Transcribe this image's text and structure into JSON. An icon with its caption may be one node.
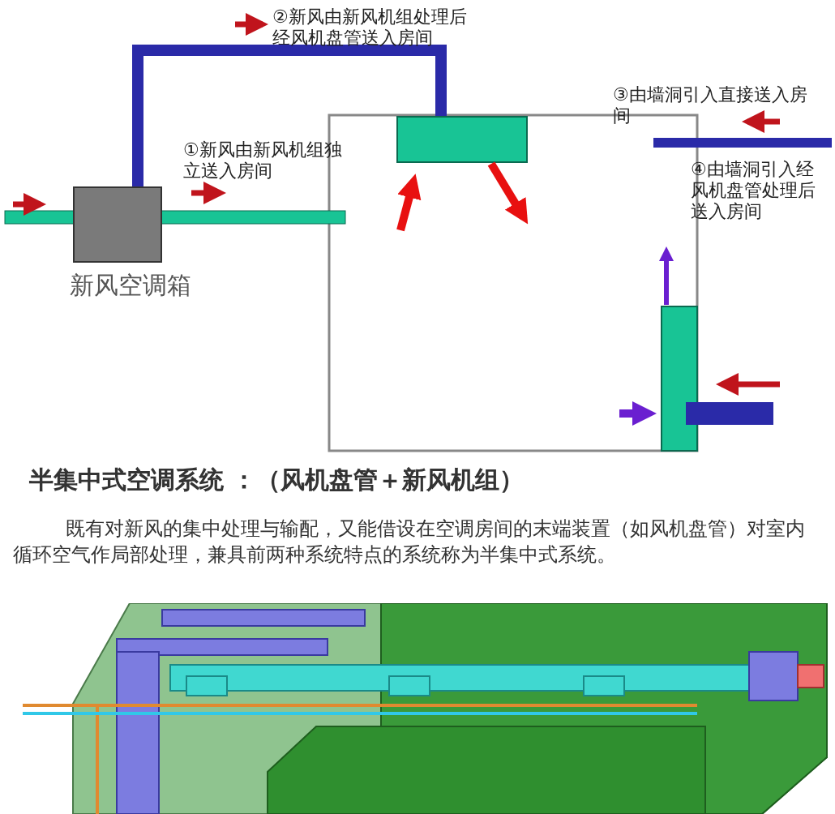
{
  "diagram": {
    "title": "半集中式空调系统 ：（风机盘管＋新风机组）",
    "caption": "既有对新风的集中处理与输配，又能借设在空调房间的末端装置（如风机盘管）对室内循环空气作局部处理，兼具前两种系统特点的系统称为半集中式系统。",
    "nodes": [
      {
        "text": [
          "新风空调箱"
        ]
      },
      {
        "text": [],
        "shape": "box"
      },
      {
        "text": [],
        "shape": "box"
      }
    ],
    "edges": [
      {
        "from": 0,
        "to": 1,
        "arrow": "none"
      }
    ],
    "labels": [
      "②新风由新风机组处理后经风机盘管送入房间",
      "③由墙洞引入直接送入房间",
      "①新风由新风机组独立送入房间",
      "④由墙洞引入经风机盘管处理后送入房间"
    ]
  }
}
